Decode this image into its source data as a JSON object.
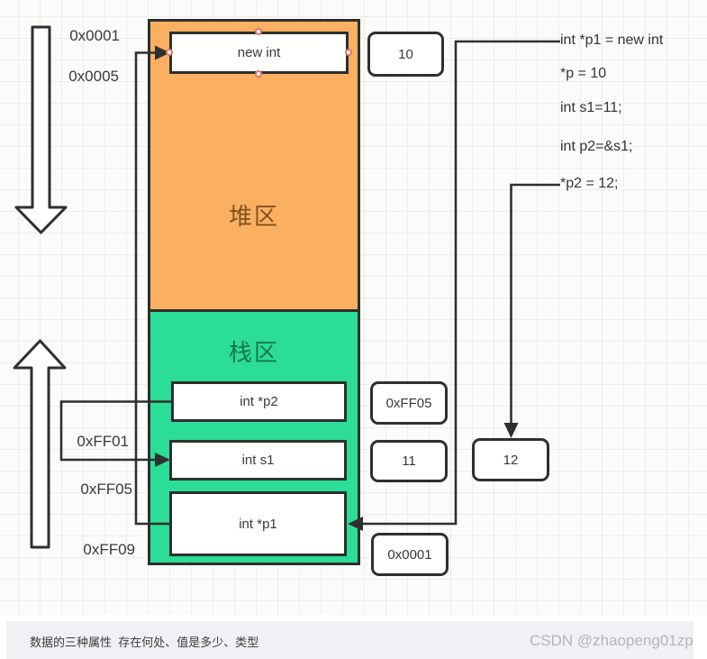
{
  "diagram": {
    "regions": {
      "heap_label": "堆区",
      "stack_label": "栈区"
    },
    "heap_cells": [
      "new int"
    ],
    "stack_cells": [
      "int *p2",
      "int s1",
      "int *p1"
    ],
    "addresses": {
      "a0001": "0x0001",
      "a0005": "0x0005",
      "ff01": "0xFF01",
      "ff05": "0xFF05",
      "ff09": "0xFF09"
    },
    "value_boxes": {
      "heap_value": "10",
      "p2_value": "0xFF05",
      "s1_value": "11",
      "p1_value": "0x0001",
      "assigned_value": "12"
    },
    "code_lines": [
      "int *p1 = new int",
      "*p = 10",
      "int s1=11;",
      "int p2=&s1;",
      "*p2 = 12;"
    ],
    "icons": {
      "heap_growth_arrow": "down-arrow-icon",
      "stack_growth_arrow": "up-arrow-icon"
    },
    "colors": {
      "heap_fill": "#FBB061",
      "stack_fill": "#2BDD97",
      "stroke": "#2F2F2F",
      "handle": "#D9766A"
    }
  },
  "footer": {
    "caption": "数据的三种属性  存在何处、值是多少、类型",
    "watermark": "CSDN @zhaopeng01zp"
  }
}
